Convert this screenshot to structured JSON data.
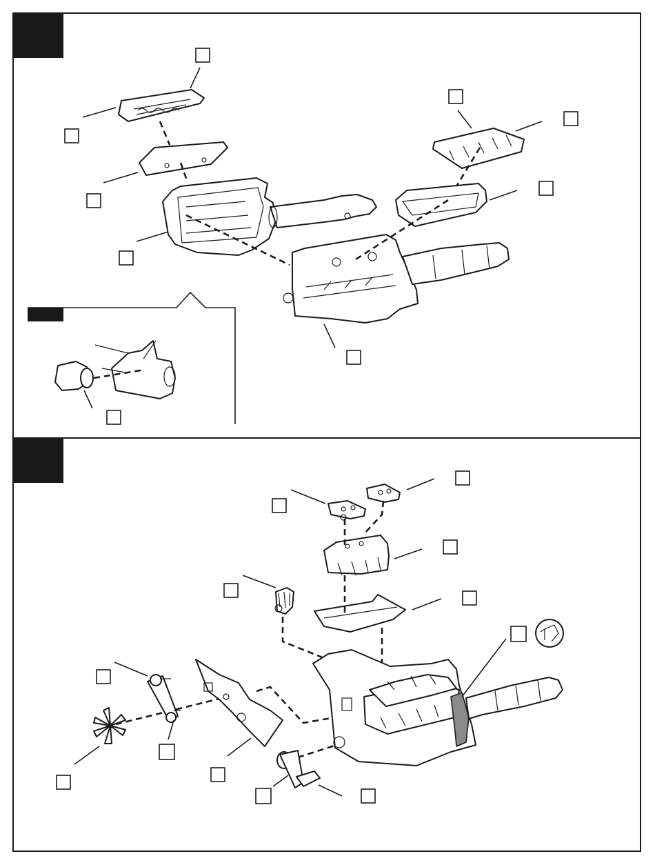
{
  "sheet": {
    "steps": [
      {
        "id": "step-a",
        "callouts": 8,
        "detail_callouts": 1
      },
      {
        "id": "step-b",
        "callouts": 12,
        "has_reverse_side_symbol": true
      }
    ]
  },
  "icons": {
    "reverse_side": "rotate-arrow-icon"
  },
  "colors": {
    "line": "#1a1a1a",
    "paper": "#ffffff",
    "shade": "#e6e6e6",
    "flywheel": "#8a8a8a"
  }
}
